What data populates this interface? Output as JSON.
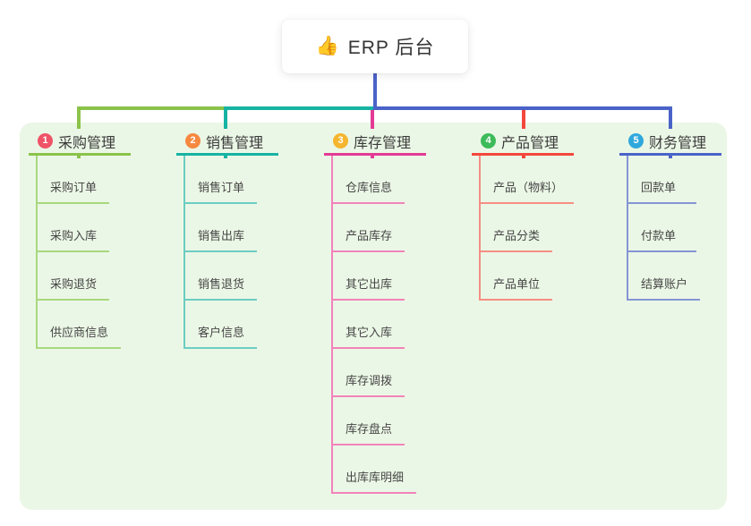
{
  "root": {
    "icon": "👍",
    "label": "ERP 后台"
  },
  "panel_color": "#ebf7e6",
  "branches": [
    {
      "num": "1",
      "label": "采购管理",
      "badge_color": "#ef5368",
      "line_color": "#8bc34a",
      "child_line_color": "#a8d87f",
      "children": [
        "采购订单",
        "采购入库",
        "采购退货",
        "供应商信息"
      ]
    },
    {
      "num": "2",
      "label": "销售管理",
      "badge_color": "#f6883f",
      "line_color": "#17b3a3",
      "child_line_color": "#6bcdc2",
      "children": [
        "销售订单",
        "销售出库",
        "销售退货",
        "客户信息"
      ]
    },
    {
      "num": "3",
      "label": "库存管理",
      "badge_color": "#f5b52e",
      "line_color": "#e43a96",
      "child_line_color": "#f183ba",
      "children": [
        "仓库信息",
        "产品库存",
        "其它出库",
        "其它入库",
        "库存调拨",
        "库存盘点",
        "出库库明细"
      ]
    },
    {
      "num": "4",
      "label": "产品管理",
      "badge_color": "#3dbb5b",
      "line_color": "#f4473c",
      "child_line_color": "#f58e84",
      "children": [
        "产品（物料）",
        "产品分类",
        "产品单位"
      ]
    },
    {
      "num": "5",
      "label": "财务管理",
      "badge_color": "#30a8dc",
      "line_color": "#4a63c8",
      "child_line_color": "#8495d4",
      "children": [
        "回款单",
        "付款单",
        "结算账户"
      ]
    }
  ]
}
